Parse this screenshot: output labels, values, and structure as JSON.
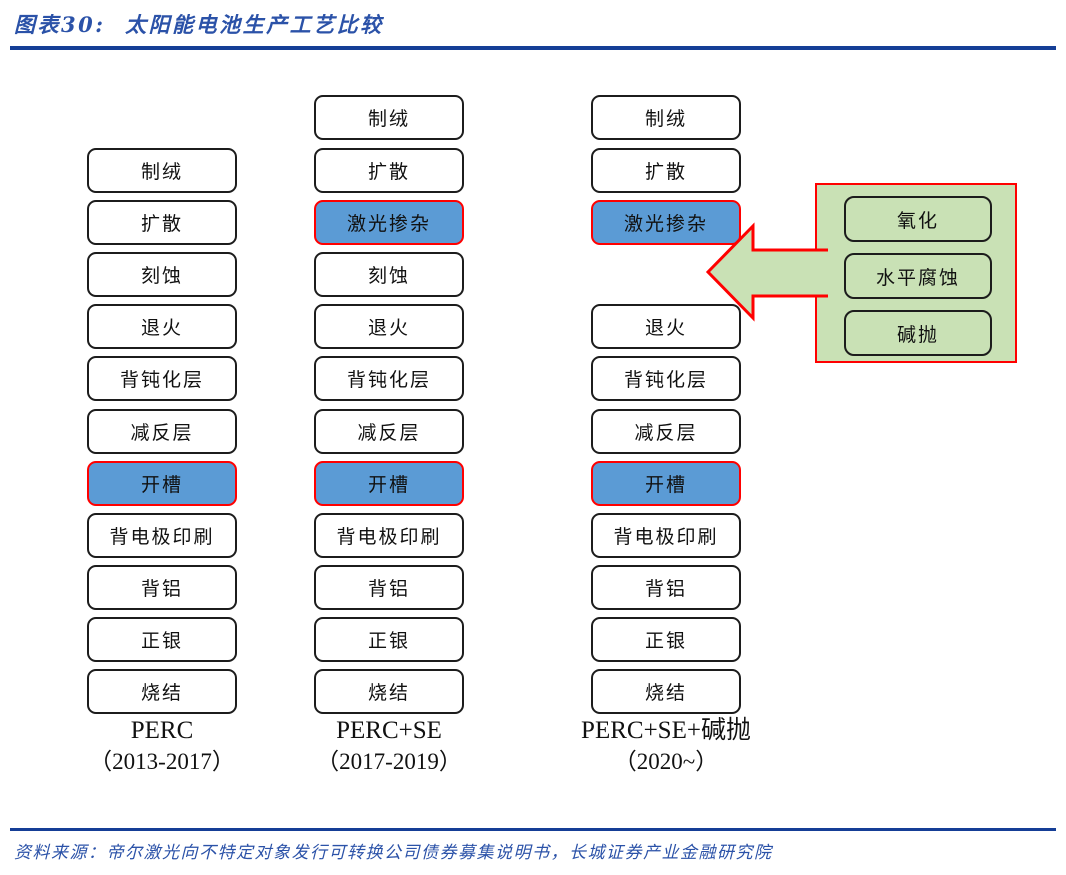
{
  "header": {
    "title": "图表30:  太阳能电池生产工艺比较"
  },
  "footer": {
    "source": "资料来源：帝尔激光向不特定对象发行可转换公司债券募集说明书，长城证券产业金融研究院"
  },
  "colors": {
    "heading_blue": "#2B52A8",
    "rule_blue": "#153E96",
    "highlight_blue": "#5B9BD5",
    "callout_green": "#C9E1B5",
    "accent_red": "#FF0000",
    "box_border": "#1c1c1c"
  },
  "flow": {
    "columns": [
      {
        "name": "PERC",
        "period": "（2013-2017）",
        "steps": [
          {
            "label": "制绒",
            "row": 1,
            "highlight": false
          },
          {
            "label": "扩散",
            "row": 2,
            "highlight": false
          },
          {
            "label": "刻蚀",
            "row": 3,
            "highlight": false
          },
          {
            "label": "退火",
            "row": 4,
            "highlight": false
          },
          {
            "label": "背钝化层",
            "row": 5,
            "highlight": false
          },
          {
            "label": "减反层",
            "row": 6,
            "highlight": false
          },
          {
            "label": "开槽",
            "row": 7,
            "highlight": true
          },
          {
            "label": "背电极印刷",
            "row": 8,
            "highlight": false
          },
          {
            "label": "背铝",
            "row": 9,
            "highlight": false
          },
          {
            "label": "正银",
            "row": 10,
            "highlight": false
          },
          {
            "label": "烧结",
            "row": 11,
            "highlight": false
          }
        ]
      },
      {
        "name": "PERC+SE",
        "period": "（2017-2019）",
        "steps": [
          {
            "label": "制绒",
            "row": 0,
            "highlight": false
          },
          {
            "label": "扩散",
            "row": 1,
            "highlight": false
          },
          {
            "label": "激光掺杂",
            "row": 2,
            "highlight": true
          },
          {
            "label": "刻蚀",
            "row": 3,
            "highlight": false
          },
          {
            "label": "退火",
            "row": 4,
            "highlight": false
          },
          {
            "label": "背钝化层",
            "row": 5,
            "highlight": false
          },
          {
            "label": "减反层",
            "row": 6,
            "highlight": false
          },
          {
            "label": "开槽",
            "row": 7,
            "highlight": true
          },
          {
            "label": "背电极印刷",
            "row": 8,
            "highlight": false
          },
          {
            "label": "背铝",
            "row": 9,
            "highlight": false
          },
          {
            "label": "正银",
            "row": 10,
            "highlight": false
          },
          {
            "label": "烧结",
            "row": 11,
            "highlight": false
          }
        ]
      },
      {
        "name": "PERC+SE+碱抛",
        "period": "（2020~）",
        "steps": [
          {
            "label": "制绒",
            "row": 0,
            "highlight": false
          },
          {
            "label": "扩散",
            "row": 1,
            "highlight": false
          },
          {
            "label": "激光掺杂",
            "row": 2,
            "highlight": true
          },
          {
            "label": "退火",
            "row": 4,
            "highlight": false
          },
          {
            "label": "背钝化层",
            "row": 5,
            "highlight": false
          },
          {
            "label": "减反层",
            "row": 6,
            "highlight": false
          },
          {
            "label": "开槽",
            "row": 7,
            "highlight": true
          },
          {
            "label": "背电极印刷",
            "row": 8,
            "highlight": false
          },
          {
            "label": "背铝",
            "row": 9,
            "highlight": false
          },
          {
            "label": "正银",
            "row": 10,
            "highlight": false
          },
          {
            "label": "烧结",
            "row": 11,
            "highlight": false
          }
        ]
      }
    ],
    "callout": {
      "items": [
        "氧化",
        "水平腐蚀",
        "碱抛"
      ]
    }
  }
}
